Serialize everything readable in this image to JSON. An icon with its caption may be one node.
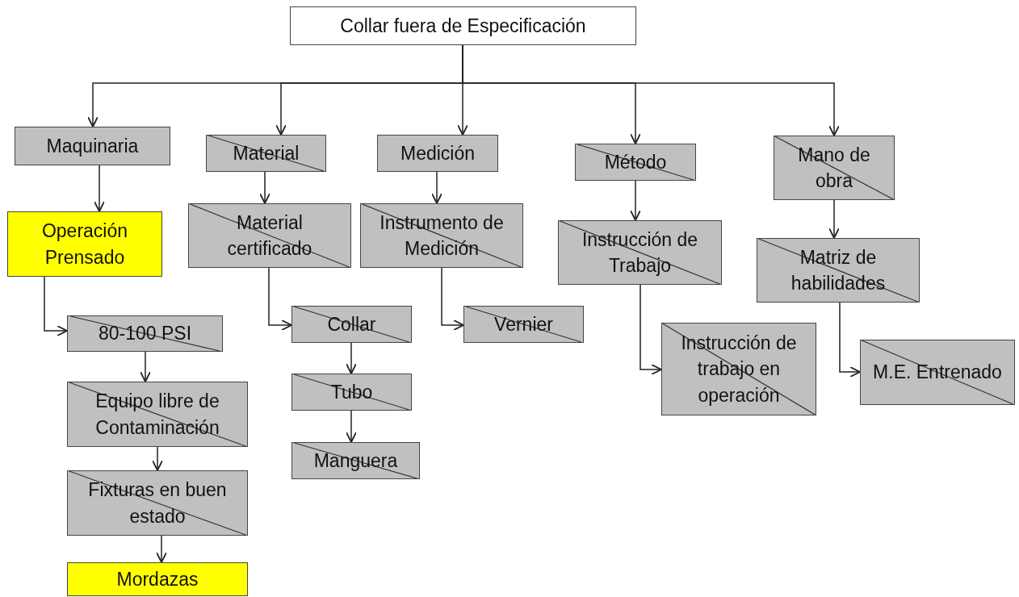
{
  "diagram": {
    "nodes": [
      {
        "text": [
          "Collar fuera de Especificación"
        ]
      },
      {
        "text": [
          "Maquinaria"
        ]
      },
      {
        "text": [
          "Material"
        ]
      },
      {
        "text": [
          "Medición"
        ]
      },
      {
        "text": [
          "Método"
        ]
      },
      {
        "text": [
          "Mano de obra"
        ]
      },
      {
        "text": [
          "Operación Prensado"
        ]
      },
      {
        "text": [
          "Material certificado"
        ]
      },
      {
        "text": [
          "Instrumento de Medición"
        ]
      },
      {
        "text": [
          "Instrucción de Trabajo"
        ]
      },
      {
        "text": [
          "Matriz de habilidades"
        ]
      },
      {
        "text": [
          "80-100 PSI"
        ]
      },
      {
        "text": [
          "Collar"
        ]
      },
      {
        "text": [
          "Vernier"
        ]
      },
      {
        "text": [
          "Instrucción de trabajo en operación"
        ]
      },
      {
        "text": [
          "M.E. Entrenado"
        ]
      },
      {
        "text": [
          "Equipo libre de Contaminación"
        ]
      },
      {
        "text": [
          "Tubo"
        ]
      },
      {
        "text": [
          "Manguera"
        ]
      },
      {
        "text": [
          "Fixturas en buen estado"
        ]
      },
      {
        "text": [
          "Mordazas"
        ]
      }
    ],
    "edges": [
      {
        "from": 0,
        "to": 1,
        "arrow": "to"
      },
      {
        "from": 0,
        "to": 2,
        "arrow": "to"
      },
      {
        "from": 0,
        "to": 3,
        "arrow": "to"
      },
      {
        "from": 0,
        "to": 4,
        "arrow": "to"
      },
      {
        "from": 0,
        "to": 5,
        "arrow": "to"
      },
      {
        "from": 1,
        "to": 6,
        "arrow": "to"
      },
      {
        "from": 6,
        "to": 11,
        "arrow": "to"
      },
      {
        "from": 11,
        "to": 16,
        "arrow": "to"
      },
      {
        "from": 16,
        "to": 19,
        "arrow": "to"
      },
      {
        "from": 19,
        "to": 20,
        "arrow": "to"
      },
      {
        "from": 2,
        "to": 7,
        "arrow": "to"
      },
      {
        "from": 7,
        "to": 12,
        "arrow": "to"
      },
      {
        "from": 12,
        "to": 17,
        "arrow": "to"
      },
      {
        "from": 17,
        "to": 18,
        "arrow": "to"
      },
      {
        "from": 3,
        "to": 8,
        "arrow": "to"
      },
      {
        "from": 8,
        "to": 13,
        "arrow": "to"
      },
      {
        "from": 4,
        "to": 9,
        "arrow": "to"
      },
      {
        "from": 9,
        "to": 14,
        "arrow": "to"
      },
      {
        "from": 5,
        "to": 10,
        "arrow": "to"
      },
      {
        "from": 10,
        "to": 15,
        "arrow": "to"
      }
    ]
  }
}
